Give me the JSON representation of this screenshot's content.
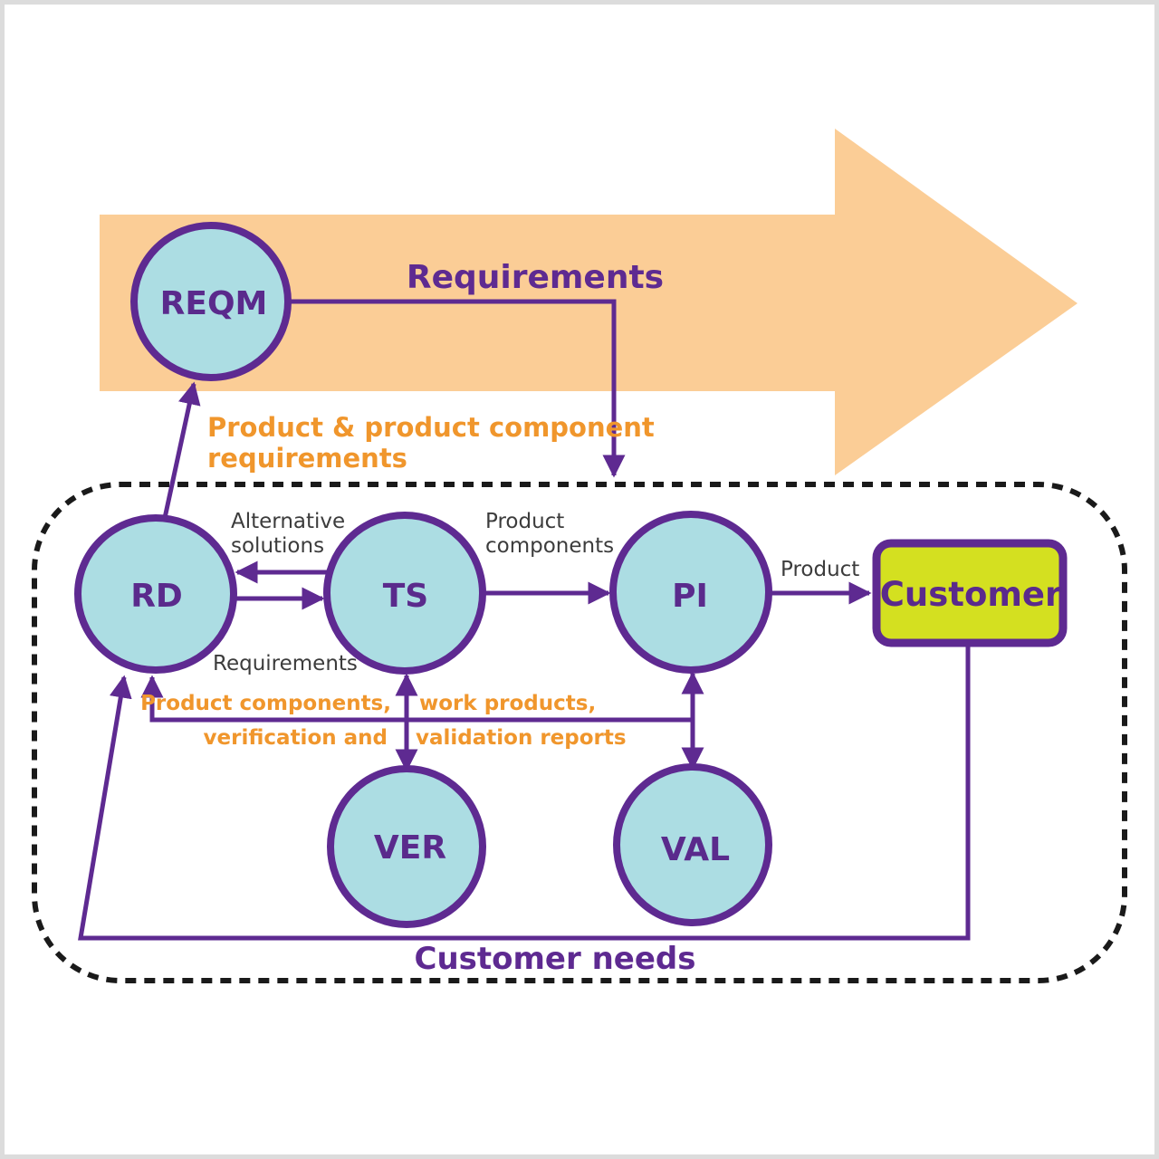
{
  "colors": {
    "purple": "#5e2a91",
    "circle_fill": "#acdde3",
    "customer_fill": "#d4e020",
    "orange_arrow": "#fbcd96",
    "orange_text": "#f0962c",
    "gray_text": "#3c3c3c",
    "dashed_border": "#1a1a1a"
  },
  "nodes": {
    "reqm": "REQM",
    "rd": "RD",
    "ts": "TS",
    "pi": "PI",
    "ver": "VER",
    "val": "VAL",
    "customer": "Customer"
  },
  "labels": {
    "requirements_top": "Requirements",
    "product_component_req_line1": "Product & product component",
    "product_component_req_line2": "requirements",
    "alternative_solutions_line1": "Alternative",
    "alternative_solutions_line2": "solutions",
    "requirements_rd_ts": "Requirements",
    "product_components_line1": "Product",
    "product_components_line2": "components",
    "product": "Product",
    "feedback_left_line1": "Product components,",
    "feedback_left_line2": "verification and",
    "feedback_right_line1": "work products,",
    "feedback_right_line2": "validation reports",
    "customer_needs": "Customer needs"
  }
}
